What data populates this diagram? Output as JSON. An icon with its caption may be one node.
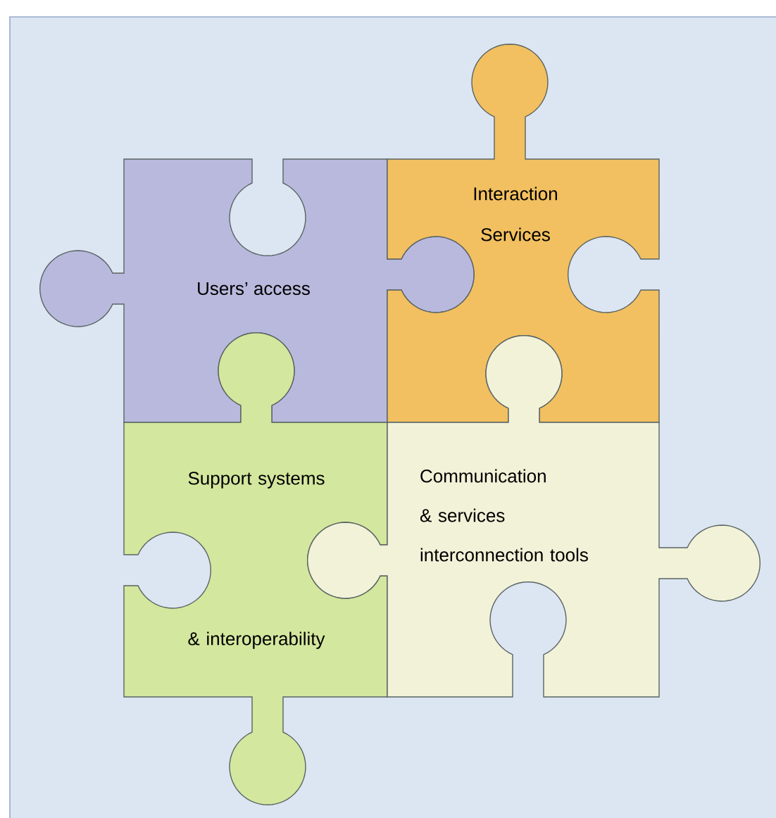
{
  "diagram": {
    "nodes": [
      {
        "text": [
          "Users’ access"
        ]
      },
      {
        "text": [
          "Interaction Services"
        ]
      },
      {
        "text": [
          "Support systems & interoperability"
        ]
      },
      {
        "text": [
          "Communication & services interconnection tools"
        ]
      }
    ]
  }
}
